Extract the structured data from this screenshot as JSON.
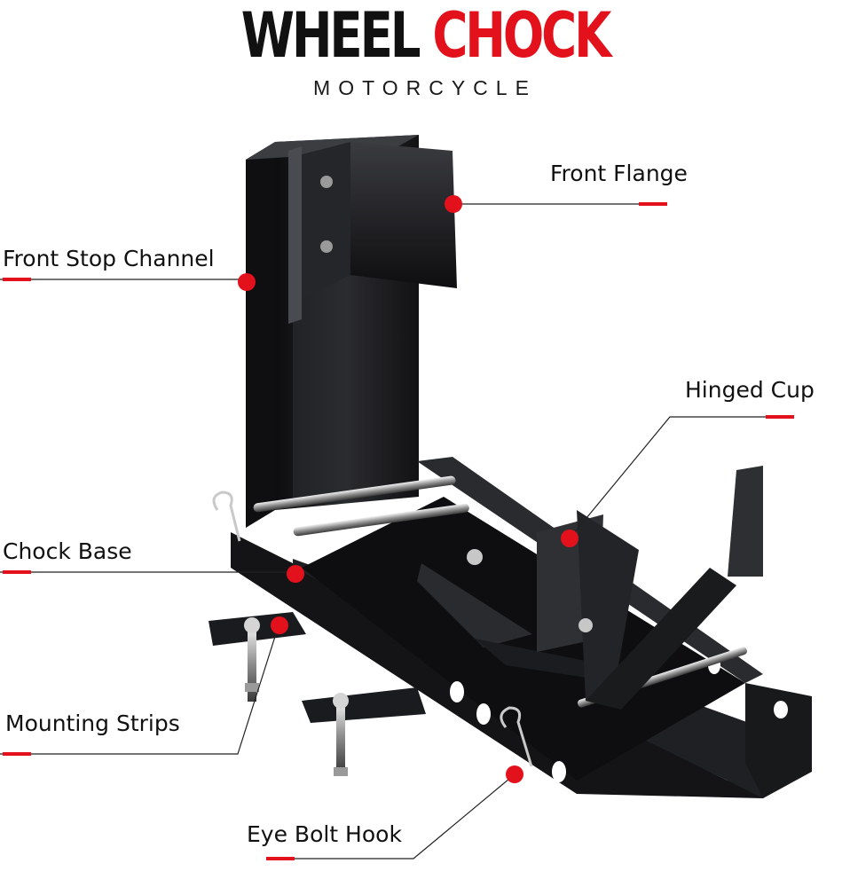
{
  "header": {
    "title_part1": "WHEEL",
    "title_part2": "CHOCK",
    "subtitle": "MOTORCYCLE"
  },
  "callouts": {
    "front_flange": "Front Flange",
    "front_stop_channel": "Front Stop Channel",
    "hinged_cup": "Hinged Cup",
    "chock_base": "Chock Base",
    "mounting_strips": "Mounting Strips",
    "eye_bolt_hook": "Eye Bolt Hook"
  },
  "colors": {
    "accent": "#e3111b",
    "metal": "#1c1c1e",
    "text": "#111111"
  }
}
